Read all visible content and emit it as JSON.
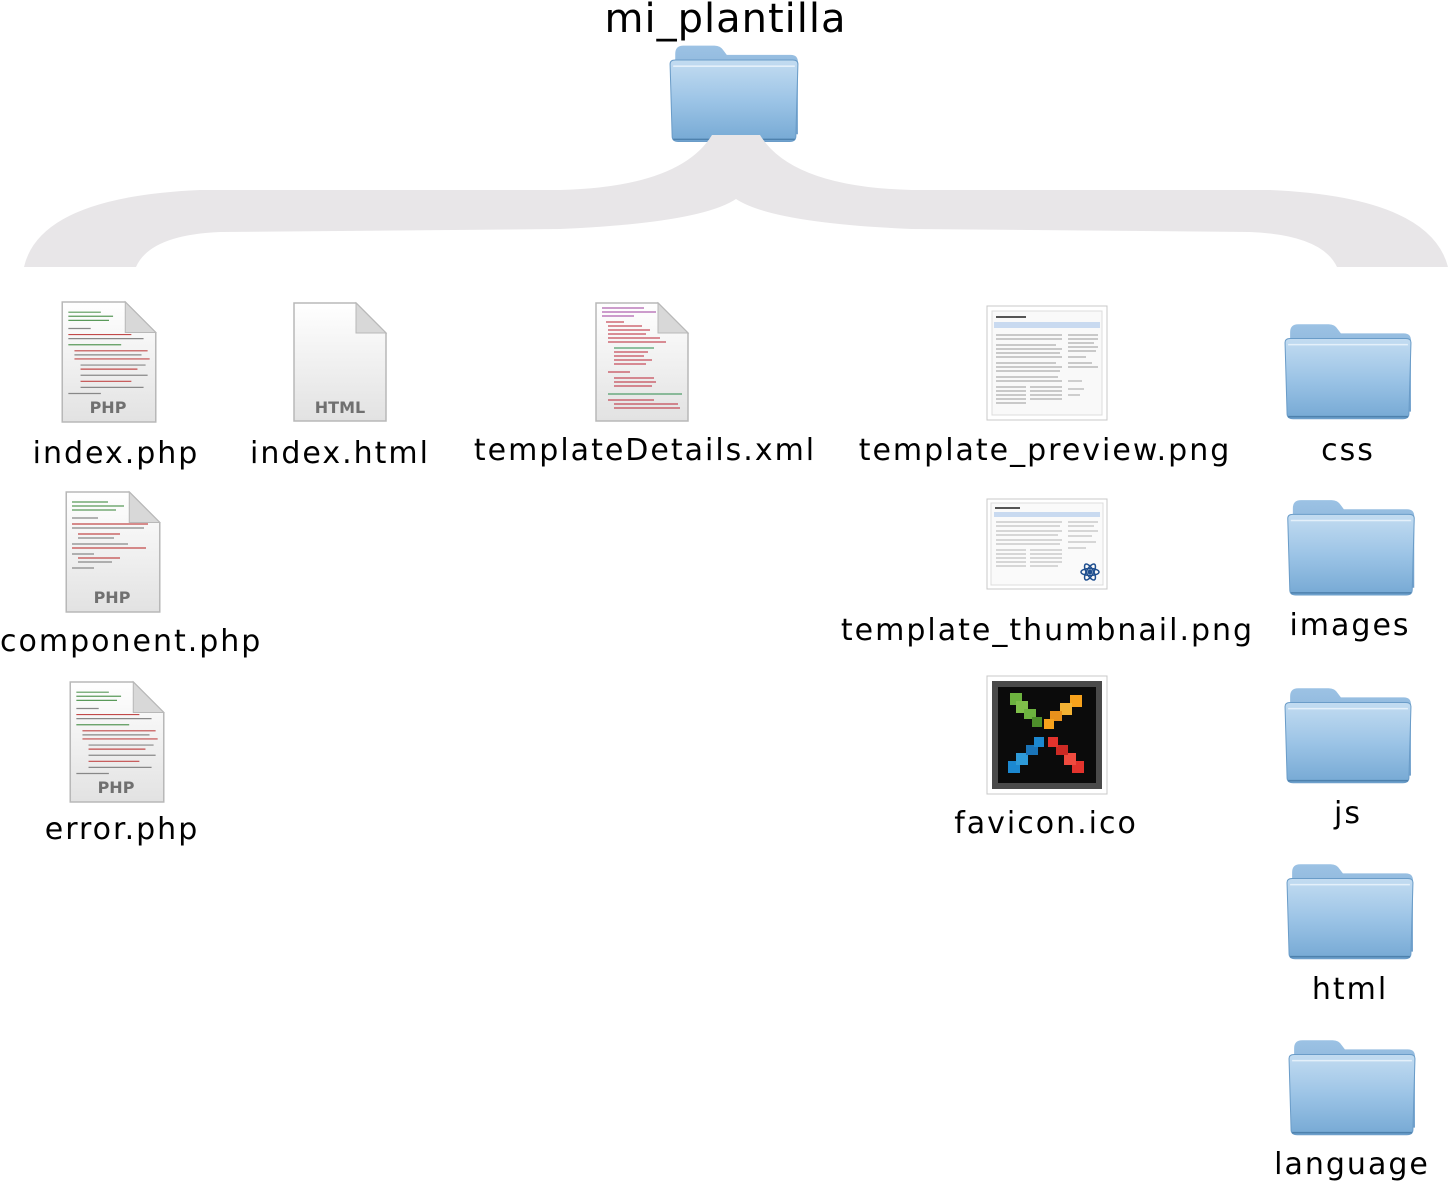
{
  "root": {
    "name": "mi_plantilla",
    "icon": "folder-icon"
  },
  "files": [
    {
      "name": "index.php",
      "type": "PHP",
      "icon": "php-file-icon"
    },
    {
      "name": "index.html",
      "type": "HTML",
      "icon": "html-file-icon"
    },
    {
      "name": "templateDetails.xml",
      "icon": "xml-file-icon"
    },
    {
      "name": "template_preview.png",
      "icon": "image-preview-icon"
    },
    {
      "name": "component.php",
      "type": "PHP",
      "icon": "php-file-icon"
    },
    {
      "name": "error.php",
      "type": "PHP",
      "icon": "php-file-icon"
    },
    {
      "name": "template_thumbnail.png",
      "icon": "image-thumbnail-icon"
    },
    {
      "name": "favicon.ico",
      "icon": "joomla-favicon-icon"
    }
  ],
  "folders": [
    {
      "name": "css",
      "icon": "folder-icon"
    },
    {
      "name": "images",
      "icon": "folder-icon"
    },
    {
      "name": "js",
      "icon": "folder-icon"
    },
    {
      "name": "html",
      "icon": "folder-icon"
    },
    {
      "name": "language",
      "icon": "folder-icon"
    }
  ],
  "colors": {
    "folder_light": "#b9d6ee",
    "folder_dark": "#6fa5d2",
    "brace": "#e8e6e8"
  }
}
